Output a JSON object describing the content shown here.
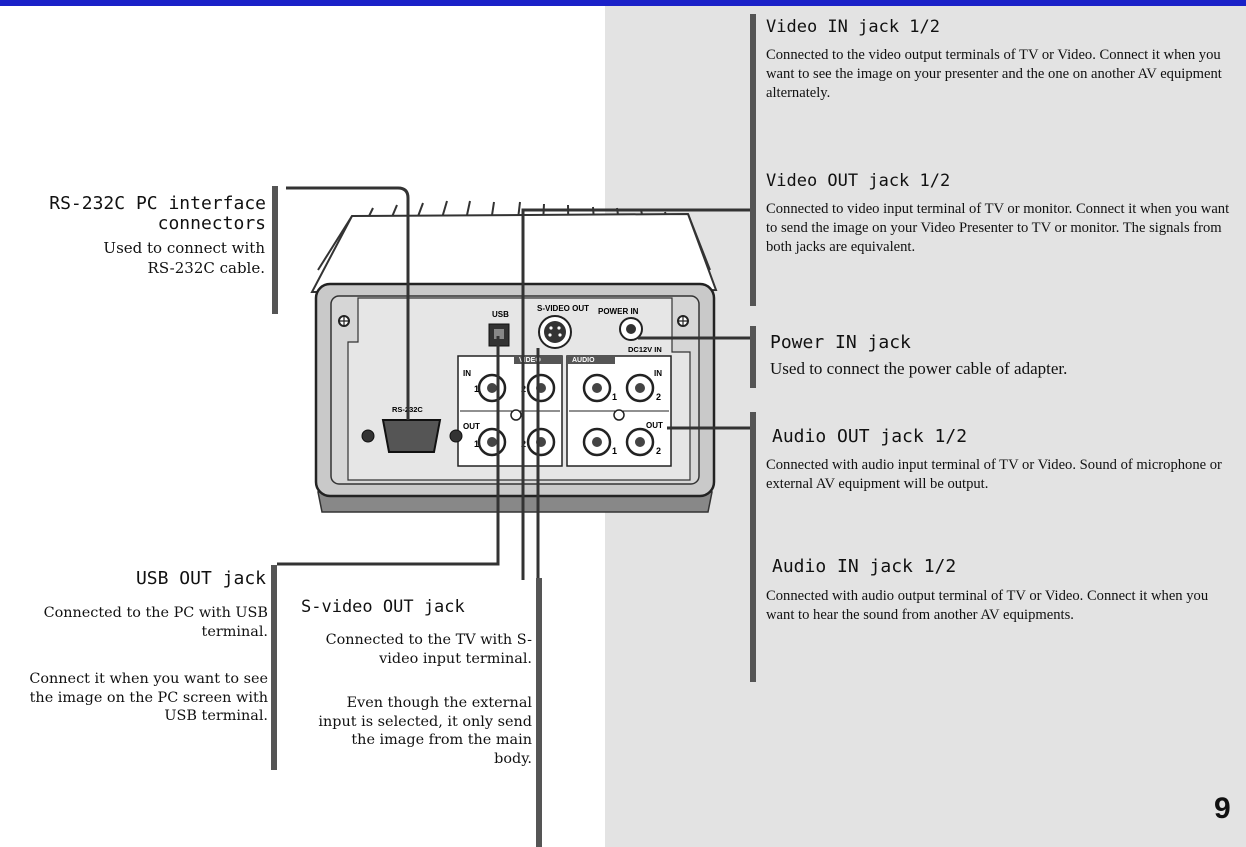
{
  "page": {
    "number": "9",
    "accent_color": "#1a21c8",
    "panel_color": "#e3e3e3"
  },
  "left_callouts": {
    "rs232": {
      "heading_line1": "RS-232C PC interface",
      "heading_line2": "connectors",
      "desc_line1": "Used to connect with",
      "desc_line2": "RS-232C cable."
    },
    "usb": {
      "heading": "USB OUT jack",
      "desc1": "Connected to the PC with USB terminal.",
      "desc2": "Connect it when you want to see the image on the PC screen with USB terminal."
    },
    "svideo": {
      "heading": "S-video OUT jack",
      "desc1": "Connected to the TV with S-video input terminal.",
      "desc2": "Even though the external input is selected, it only send the image from the main body."
    }
  },
  "right_callouts": {
    "video_in": {
      "heading": "Video IN jack 1/2",
      "desc": "Connected to the video output terminals of TV or Video. Connect it when you want to see the image on your presenter and the one on another AV equipment alternately."
    },
    "video_out": {
      "heading": "Video OUT jack 1/2",
      "desc": "Connected to video input terminal of TV or monitor. Connect it when you want to send the image on your Video Presenter to TV or monitor. The signals from both jacks are equivalent."
    },
    "power_in": {
      "heading": "Power IN jack",
      "desc": "Used to connect the power cable of adapter."
    },
    "audio_out": {
      "heading": "Audio OUT jack 1/2",
      "desc": "Connected with audio input terminal of TV or Video. Sound of microphone or external AV equipment will be output."
    },
    "audio_in": {
      "heading": "Audio IN jack 1/2",
      "desc": "Connected with audio output terminal of TV or Video. Connect it when you want to hear the sound from another AV equipments."
    }
  },
  "device_labels": {
    "usb": "USB",
    "svideo_out": "S-VIDEO OUT",
    "power_in": "POWER IN",
    "dc": "DC12V IN",
    "rs232c": "RS-232C",
    "video": "VIDEO",
    "audio": "AUDIO",
    "in": "IN",
    "out": "OUT",
    "one": "1",
    "two": "2"
  }
}
